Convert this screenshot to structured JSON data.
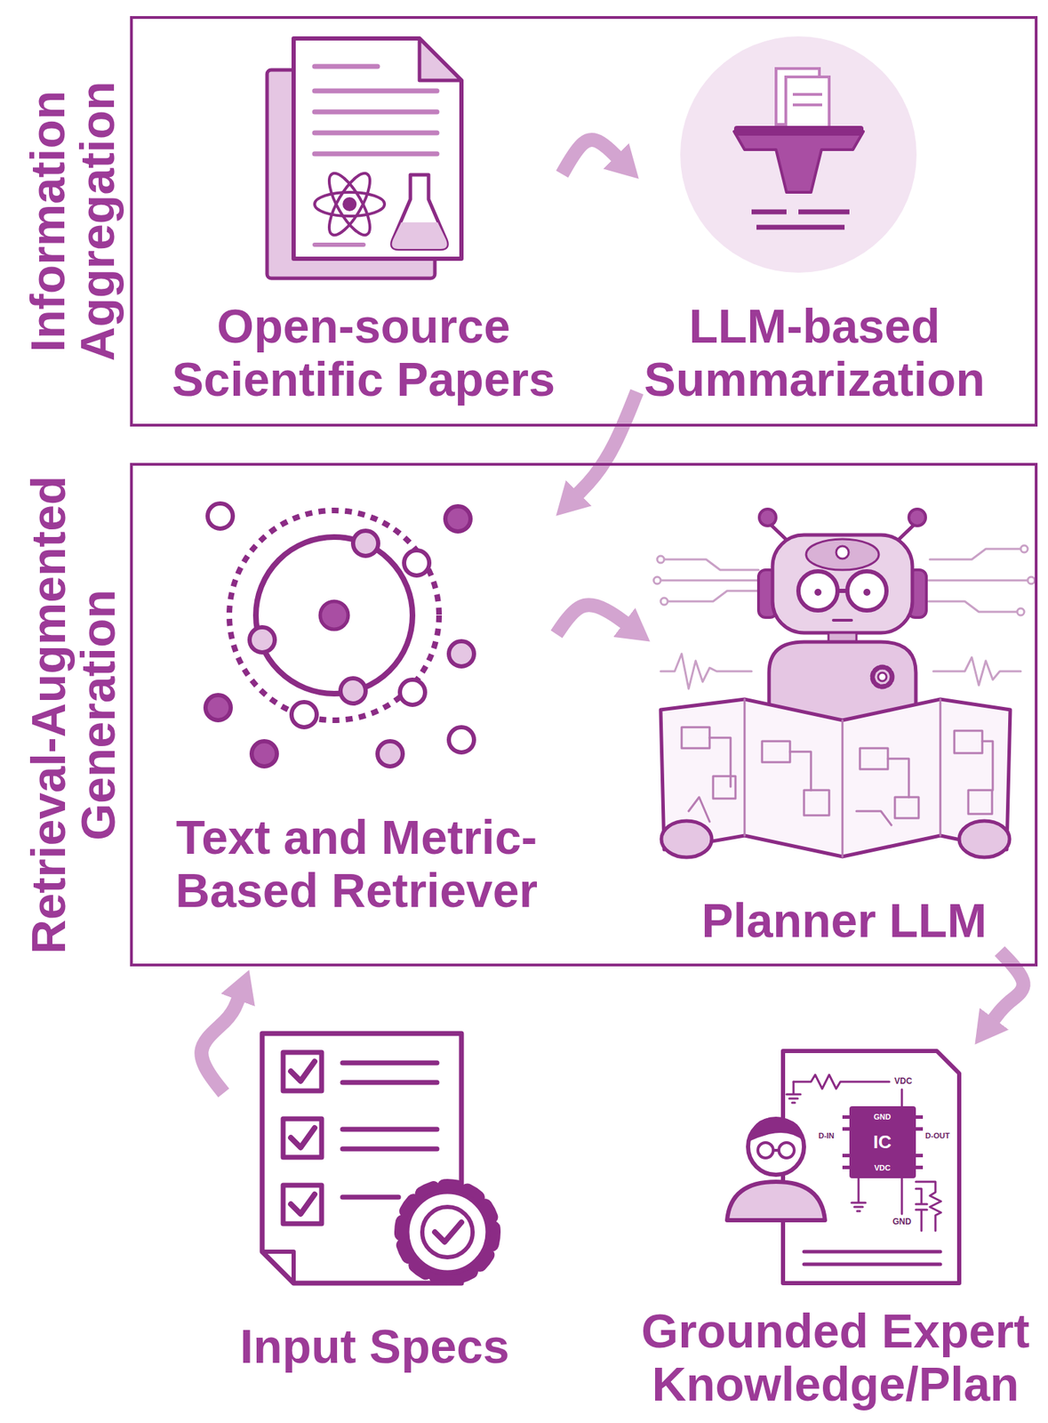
{
  "diagram": {
    "nodes": [
      {
        "text": [
          "Information Aggregation"
        ]
      },
      {
        "text": [
          "Open-source Scientific Papers"
        ],
        "in": 0
      },
      {
        "text": [
          "LLM-based Summarization"
        ],
        "in": 0
      },
      {
        "text": [
          "Retrieval-Augmented Generation"
        ]
      },
      {
        "text": [
          "Text and Metric-Based Retriever"
        ],
        "in": 3
      },
      {
        "text": [
          "Planner LLM"
        ],
        "in": 3
      },
      {
        "text": [
          "Input Specs"
        ]
      },
      {
        "text": [
          "Grounded Expert Knowledge/Plan"
        ]
      }
    ],
    "edges": [
      {
        "from": 1,
        "to": 2,
        "arrow": "to"
      },
      {
        "from": 2,
        "to": 4,
        "arrow": "to"
      },
      {
        "from": 4,
        "to": 5,
        "arrow": "to"
      },
      {
        "from": 5,
        "to": 7,
        "arrow": "to"
      },
      {
        "from": 6,
        "to": 3,
        "arrow": "to"
      }
    ],
    "labels": [
      "VDC",
      "GND",
      "D-IN",
      "IC",
      "D-OUT",
      "VDC",
      "GND"
    ]
  }
}
